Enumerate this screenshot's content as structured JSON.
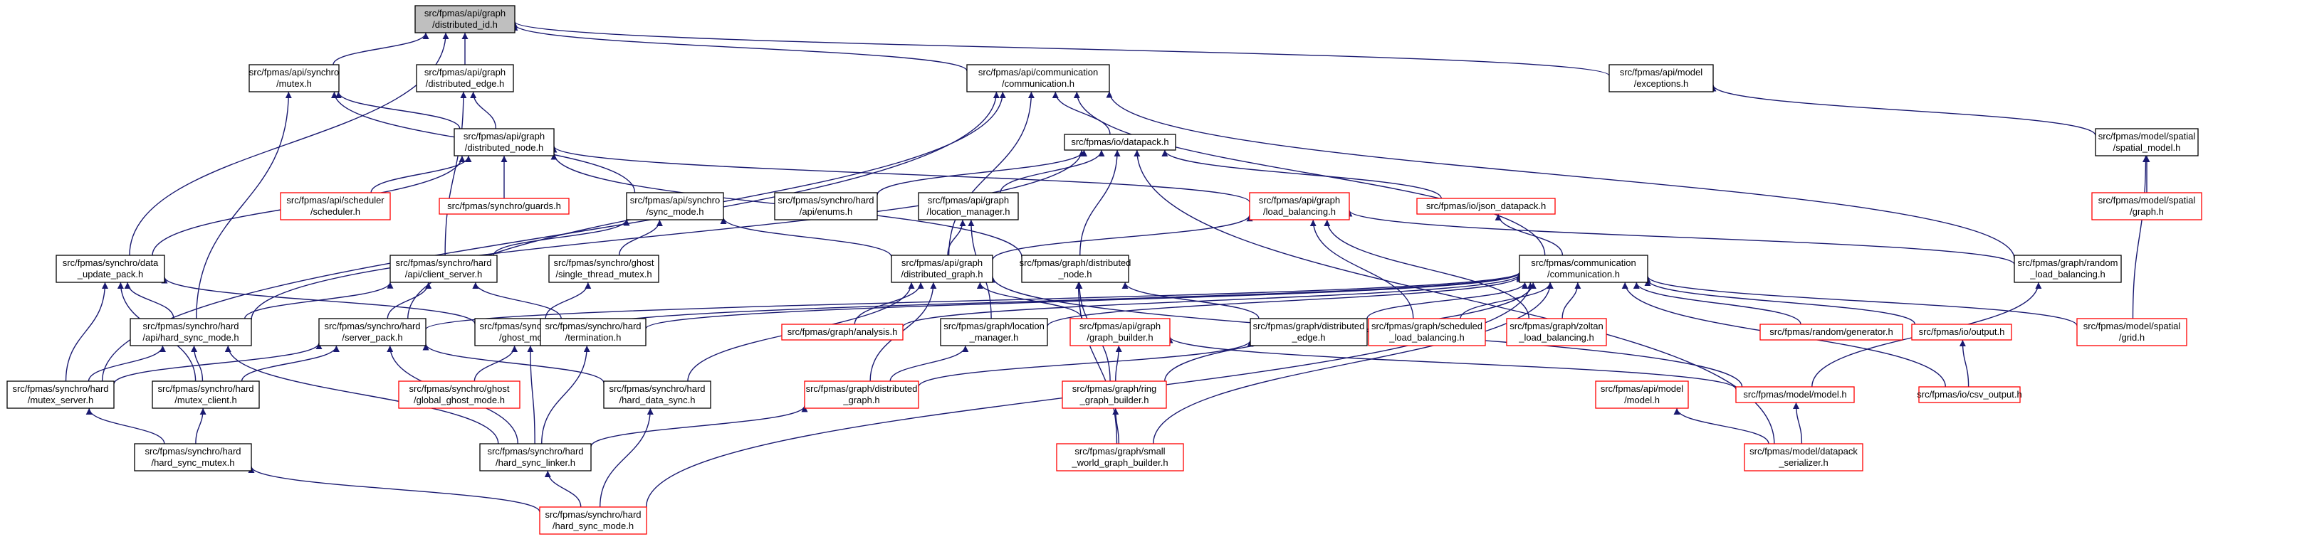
{
  "nodes": [
    {
      "id": "root",
      "lines": [
        "src/fpmas/api/graph",
        "/distributed_id.h"
      ],
      "style": "root"
    },
    {
      "id": "mutex",
      "lines": [
        "src/fpmas/api/synchro",
        "/mutex.h"
      ],
      "style": "black"
    },
    {
      "id": "dedge",
      "lines": [
        "src/fpmas/api/graph",
        "/distributed_edge.h"
      ],
      "style": "black"
    },
    {
      "id": "comm",
      "lines": [
        "src/fpmas/api/communication",
        "/communication.h"
      ],
      "style": "black"
    },
    {
      "id": "exc",
      "lines": [
        "src/fpmas/api/model",
        "/exceptions.h"
      ],
      "style": "black"
    },
    {
      "id": "dnode",
      "lines": [
        "src/fpmas/api/graph",
        "/distributed_node.h"
      ],
      "style": "black"
    },
    {
      "id": "datapack",
      "lines": [
        "src/fpmas/io/datapack.h"
      ],
      "style": "black"
    },
    {
      "id": "spmodel",
      "lines": [
        "src/fpmas/model/spatial",
        "/spatial_model.h"
      ],
      "style": "black"
    },
    {
      "id": "sched",
      "lines": [
        "src/fpmas/api/scheduler",
        "/scheduler.h"
      ],
      "style": "red"
    },
    {
      "id": "guards",
      "lines": [
        "src/fpmas/synchro/guards.h"
      ],
      "style": "red"
    },
    {
      "id": "syncmode",
      "lines": [
        "src/fpmas/api/synchro",
        "/sync_mode.h"
      ],
      "style": "black"
    },
    {
      "id": "henums",
      "lines": [
        "src/fpmas/synchro/hard",
        "/api/enums.h"
      ],
      "style": "black"
    },
    {
      "id": "locmgr",
      "lines": [
        "src/fpmas/api/graph",
        "/location_manager.h"
      ],
      "style": "black"
    },
    {
      "id": "loadbal",
      "lines": [
        "src/fpmas/api/graph",
        "/load_balancing.h"
      ],
      "style": "red"
    },
    {
      "id": "jsondp",
      "lines": [
        "src/fpmas/io/json_datapack.h"
      ],
      "style": "red"
    },
    {
      "id": "spgraph",
      "lines": [
        "src/fpmas/model/spatial",
        "/graph.h"
      ],
      "style": "red"
    },
    {
      "id": "dataupd",
      "lines": [
        "src/fpmas/synchro/data",
        "_update_pack.h"
      ],
      "style": "black"
    },
    {
      "id": "clientsrv",
      "lines": [
        "src/fpmas/synchro/hard",
        "/api/client_server.h"
      ],
      "style": "black"
    },
    {
      "id": "stmutex",
      "lines": [
        "src/fpmas/synchro/ghost",
        "/single_thread_mutex.h"
      ],
      "style": "black"
    },
    {
      "id": "dgraph",
      "lines": [
        "src/fpmas/api/graph",
        "/distributed_graph.h"
      ],
      "style": "black"
    },
    {
      "id": "dnodeg",
      "lines": [
        "src/fpmas/graph/distributed",
        "_node.h"
      ],
      "style": "black"
    },
    {
      "id": "comm2",
      "lines": [
        "src/fpmas/communication",
        "/communication.h"
      ],
      "style": "black"
    },
    {
      "id": "randlb",
      "lines": [
        "src/fpmas/graph/random",
        "_load_balancing.h"
      ],
      "style": "black"
    },
    {
      "id": "hsyncmode",
      "lines": [
        "src/fpmas/synchro/hard",
        "/api/hard_sync_mode.h"
      ],
      "style": "black"
    },
    {
      "id": "srvpack",
      "lines": [
        "src/fpmas/synchro/hard",
        "/server_pack.h"
      ],
      "style": "black"
    },
    {
      "id": "ghostmode",
      "lines": [
        "src/fpmas/synchro/ghost",
        "/ghost_mode.h"
      ],
      "style": "black"
    },
    {
      "id": "term",
      "lines": [
        "src/fpmas/synchro/hard",
        "/termination.h"
      ],
      "style": "black"
    },
    {
      "id": "analysis",
      "lines": [
        "src/fpmas/graph/analysis.h"
      ],
      "style": "red"
    },
    {
      "id": "glocmgr",
      "lines": [
        "src/fpmas/graph/location",
        "_manager.h"
      ],
      "style": "black"
    },
    {
      "id": "gbuilder",
      "lines": [
        "src/fpmas/api/graph",
        "/graph_builder.h"
      ],
      "style": "red"
    },
    {
      "id": "gdedge",
      "lines": [
        "src/fpmas/graph/distributed",
        "_edge.h"
      ],
      "style": "black"
    },
    {
      "id": "schedlb",
      "lines": [
        "src/fpmas/graph/scheduled",
        "_load_balancing.h"
      ],
      "style": "red"
    },
    {
      "id": "zoltan",
      "lines": [
        "src/fpmas/graph/zoltan",
        "_load_balancing.h"
      ],
      "style": "red"
    },
    {
      "id": "randgen",
      "lines": [
        "src/fpmas/random/generator.h"
      ],
      "style": "red"
    },
    {
      "id": "output",
      "lines": [
        "src/fpmas/io/output.h"
      ],
      "style": "red"
    },
    {
      "id": "grid",
      "lines": [
        "src/fpmas/model/spatial",
        "/grid.h"
      ],
      "style": "red"
    },
    {
      "id": "mutexsrv",
      "lines": [
        "src/fpmas/synchro/hard",
        "/mutex_server.h"
      ],
      "style": "black"
    },
    {
      "id": "mutexcli",
      "lines": [
        "src/fpmas/synchro/hard",
        "/mutex_client.h"
      ],
      "style": "black"
    },
    {
      "id": "ggmode",
      "lines": [
        "src/fpmas/synchro/ghost",
        "/global_ghost_mode.h"
      ],
      "style": "red"
    },
    {
      "id": "hdsync",
      "lines": [
        "src/fpmas/synchro/hard",
        "/hard_data_sync.h"
      ],
      "style": "black"
    },
    {
      "id": "gdgraph",
      "lines": [
        "src/fpmas/graph/distributed",
        "_graph.h"
      ],
      "style": "red"
    },
    {
      "id": "ring",
      "lines": [
        "src/fpmas/graph/ring",
        "_graph_builder.h"
      ],
      "style": "red"
    },
    {
      "id": "amodel",
      "lines": [
        "src/fpmas/api/model",
        "/model.h"
      ],
      "style": "red"
    },
    {
      "id": "mmodel",
      "lines": [
        "src/fpmas/model/model.h"
      ],
      "style": "red"
    },
    {
      "id": "csv",
      "lines": [
        "src/fpmas/io/csv_output.h"
      ],
      "style": "red"
    },
    {
      "id": "hsmutex",
      "lines": [
        "src/fpmas/synchro/hard",
        "/hard_sync_mutex.h"
      ],
      "style": "black"
    },
    {
      "id": "hslinker",
      "lines": [
        "src/fpmas/synchro/hard",
        "/hard_sync_linker.h"
      ],
      "style": "black"
    },
    {
      "id": "smallw",
      "lines": [
        "src/fpmas/graph/small",
        "_world_graph_builder.h"
      ],
      "style": "red"
    },
    {
      "id": "dpser",
      "lines": [
        "src/fpmas/model/datapack",
        "_serializer.h"
      ],
      "style": "red"
    },
    {
      "id": "hsmode",
      "lines": [
        "src/fpmas/synchro/hard",
        "/hard_sync_mode.h"
      ],
      "style": "red"
    }
  ],
  "edges": [
    [
      "mutex",
      "root"
    ],
    [
      "dedge",
      "root"
    ],
    [
      "comm",
      "root"
    ],
    [
      "exc",
      "root"
    ],
    [
      "dataupd",
      "root"
    ],
    [
      "dnode",
      "mutex"
    ],
    [
      "syncmode",
      "mutex"
    ],
    [
      "hsyncmode",
      "mutex"
    ],
    [
      "dnode",
      "dedge"
    ],
    [
      "clientsrv",
      "dedge"
    ],
    [
      "datapack",
      "comm"
    ],
    [
      "dgraph",
      "comm"
    ],
    [
      "comm2",
      "comm"
    ],
    [
      "randlb",
      "comm"
    ],
    [
      "mutexsrv",
      "comm"
    ],
    [
      "srvpack",
      "comm"
    ],
    [
      "spmodel",
      "exc"
    ],
    [
      "sched",
      "dnode"
    ],
    [
      "guards",
      "dnode"
    ],
    [
      "dnodeg",
      "dnode"
    ],
    [
      "loadbal",
      "dnode"
    ],
    [
      "dataupd",
      "dnode"
    ],
    [
      "henums",
      "datapack"
    ],
    [
      "locmgr",
      "datapack"
    ],
    [
      "jsondp",
      "datapack"
    ],
    [
      "dnodeg",
      "datapack"
    ],
    [
      "dpser",
      "datapack"
    ],
    [
      "hsyncmode",
      "datapack"
    ],
    [
      "spgraph",
      "spmodel"
    ],
    [
      "grid",
      "spmodel"
    ],
    [
      "clientsrv",
      "syncmode"
    ],
    [
      "stmutex",
      "syncmode"
    ],
    [
      "dgraph",
      "syncmode"
    ],
    [
      "dgraph",
      "locmgr"
    ],
    [
      "glocmgr",
      "locmgr"
    ],
    [
      "dgraph",
      "loadbal"
    ],
    [
      "schedlb",
      "loadbal"
    ],
    [
      "zoltan",
      "loadbal"
    ],
    [
      "randlb",
      "loadbal"
    ],
    [
      "comm2",
      "jsondp"
    ],
    [
      "hsyncmode",
      "dataupd"
    ],
    [
      "mutexsrv",
      "dataupd"
    ],
    [
      "mutexcli",
      "dataupd"
    ],
    [
      "ghostmode",
      "dataupd"
    ],
    [
      "hsyncmode",
      "clientsrv"
    ],
    [
      "srvpack",
      "clientsrv"
    ],
    [
      "term",
      "clientsrv"
    ],
    [
      "ghostmode",
      "stmutex"
    ],
    [
      "analysis",
      "dgraph"
    ],
    [
      "gbuilder",
      "dgraph"
    ],
    [
      "gdgraph",
      "dgraph"
    ],
    [
      "hdsync",
      "dgraph"
    ],
    [
      "mmodel",
      "dgraph"
    ],
    [
      "ring",
      "dnodeg"
    ],
    [
      "smallw",
      "dnodeg"
    ],
    [
      "gdedge",
      "dnodeg"
    ],
    [
      "srvpack",
      "comm2"
    ],
    [
      "term",
      "comm2"
    ],
    [
      "glocmgr",
      "comm2"
    ],
    [
      "gdedge",
      "comm2"
    ],
    [
      "schedlb",
      "comm2"
    ],
    [
      "zoltan",
      "comm2"
    ],
    [
      "randgen",
      "comm2"
    ],
    [
      "output",
      "comm2"
    ],
    [
      "grid",
      "comm2"
    ],
    [
      "csv",
      "comm2"
    ],
    [
      "ring",
      "comm2"
    ],
    [
      "smallw",
      "comm2"
    ],
    [
      "hsmode",
      "comm2"
    ],
    [
      "analysis",
      "comm2"
    ],
    [
      "ghostmode",
      "comm2"
    ],
    [
      "mmodel",
      "randlb"
    ],
    [
      "mutexsrv",
      "hsyncmode"
    ],
    [
      "mutexcli",
      "hsyncmode"
    ],
    [
      "hslinker",
      "hsyncmode"
    ],
    [
      "mutexsrv",
      "srvpack"
    ],
    [
      "mutexcli",
      "srvpack"
    ],
    [
      "hdsync",
      "srvpack"
    ],
    [
      "hslinker",
      "srvpack"
    ],
    [
      "ggmode",
      "ghostmode"
    ],
    [
      "hslinker",
      "ghostmode"
    ],
    [
      "hslinker",
      "term"
    ],
    [
      "gdgraph",
      "glocmgr"
    ],
    [
      "ring",
      "gbuilder"
    ],
    [
      "mmodel",
      "gbuilder"
    ],
    [
      "gdgraph",
      "gdedge"
    ],
    [
      "csv",
      "output"
    ],
    [
      "hsmutex",
      "mutexsrv"
    ],
    [
      "hsmutex",
      "mutexcli"
    ],
    [
      "hsmode",
      "hdsync"
    ],
    [
      "hslinker",
      "gdgraph"
    ],
    [
      "smallw",
      "ring"
    ],
    [
      "dpser",
      "amodel"
    ],
    [
      "dpser",
      "mmodel"
    ],
    [
      "hsmode",
      "hsmutex"
    ],
    [
      "hsmode",
      "hslinker"
    ]
  ],
  "colors": {
    "edge": "#191970",
    "black_border": "#000000",
    "red_border": "#ff0000",
    "root_fill": "#bfbfbf"
  }
}
